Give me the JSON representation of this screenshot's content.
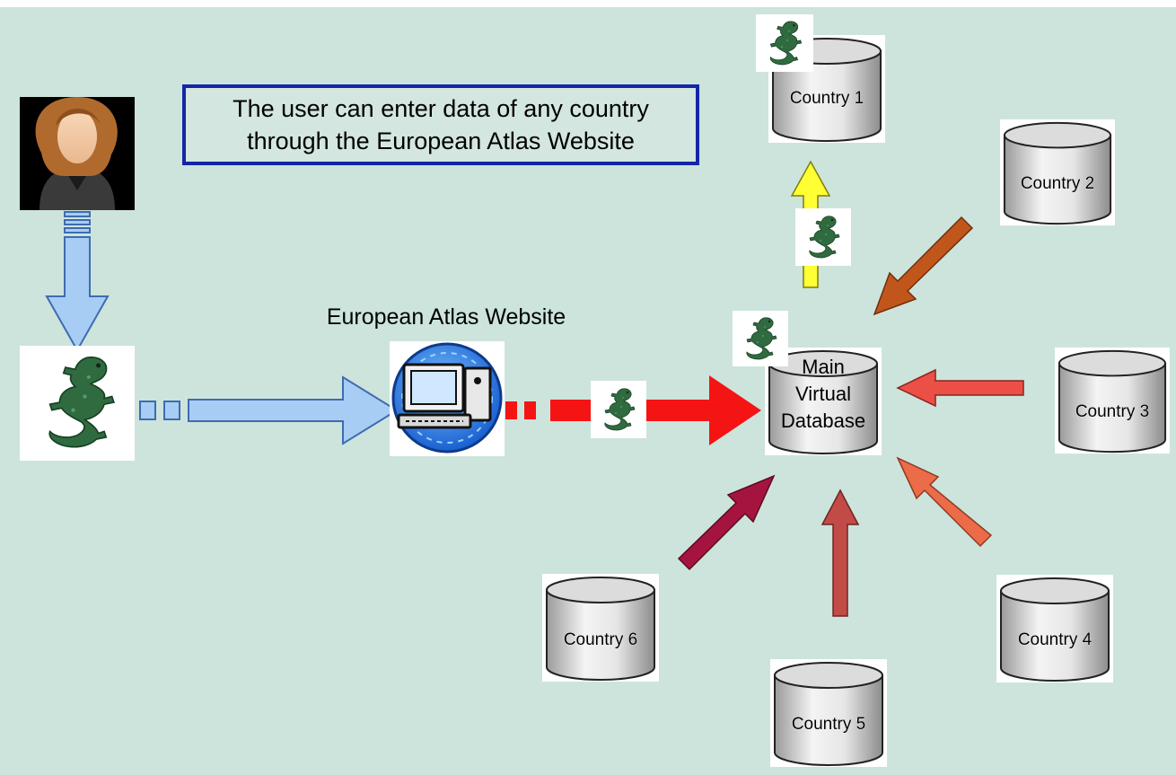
{
  "note": {
    "line1": "The user can enter data of any country",
    "line2": "through the European Atlas Website"
  },
  "website": {
    "label": "European Atlas Website"
  },
  "main_database": {
    "line1": "Main",
    "line2": "Virtual",
    "line3": "Database"
  },
  "countries": [
    {
      "label": "Country 1"
    },
    {
      "label": "Country 2"
    },
    {
      "label": "Country 3"
    },
    {
      "label": "Country 4"
    },
    {
      "label": "Country 5"
    },
    {
      "label": "Country 6"
    }
  ],
  "icons": {
    "user": "user-avatar-icon",
    "lizard": "lizard-icon",
    "computer": "computer-icon",
    "database": "database-cylinder-icon"
  },
  "colors": {
    "background": "#cce4dc",
    "note_border": "#1426a6",
    "user_arrow": "#a7cdf5",
    "upload_arrow": "#f51414",
    "country1_arrow": "#ffff33",
    "country2_arrow": "#c0561c",
    "country3_arrow": "#ec4f46",
    "country4_arrow": "#ec6b49",
    "country5_arrow": "#c24b47",
    "country6_arrow": "#a5143f",
    "lizard": "#2f6b3f"
  }
}
